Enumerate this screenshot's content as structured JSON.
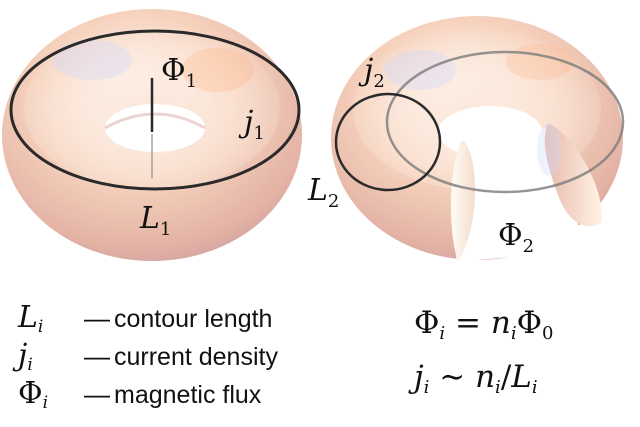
{
  "labels": {
    "phi1_sym": "Φ",
    "phi1_idx": "1",
    "j1_sym": "j",
    "j1_idx": "1",
    "L1_sym": "L",
    "L1_idx": "1",
    "j2_sym": "j",
    "j2_idx": "2",
    "L2_sym": "L",
    "L2_idx": "2",
    "phi2_sym": "Φ",
    "phi2_idx": "2"
  },
  "legend": [
    {
      "symbol": "L",
      "index": "i",
      "dash": "—",
      "text": "contour length"
    },
    {
      "symbol": "j",
      "index": "i",
      "dash": "—",
      "text": "current density"
    },
    {
      "symbol": "Φ",
      "index": "i",
      "dash": "—",
      "text": "magnetic flux"
    }
  ],
  "equations": {
    "eq1": {
      "lhs": "Φ",
      "lhs_idx": "i",
      "op": " = ",
      "n": "n",
      "n_idx": "i",
      "phi": "Φ",
      "phi_idx": "0"
    },
    "eq2": {
      "lhs": "j",
      "lhs_idx": "i",
      "op": " ∼ ",
      "n": "n",
      "n_idx": "i",
      "slash": "/",
      "L": "L",
      "L_idx": "i"
    }
  },
  "colors": {
    "torus_light": "#fff3ea",
    "torus_peach": "#f3c3a8",
    "torus_shadow": "#c89aa0",
    "contour": "#222222"
  }
}
